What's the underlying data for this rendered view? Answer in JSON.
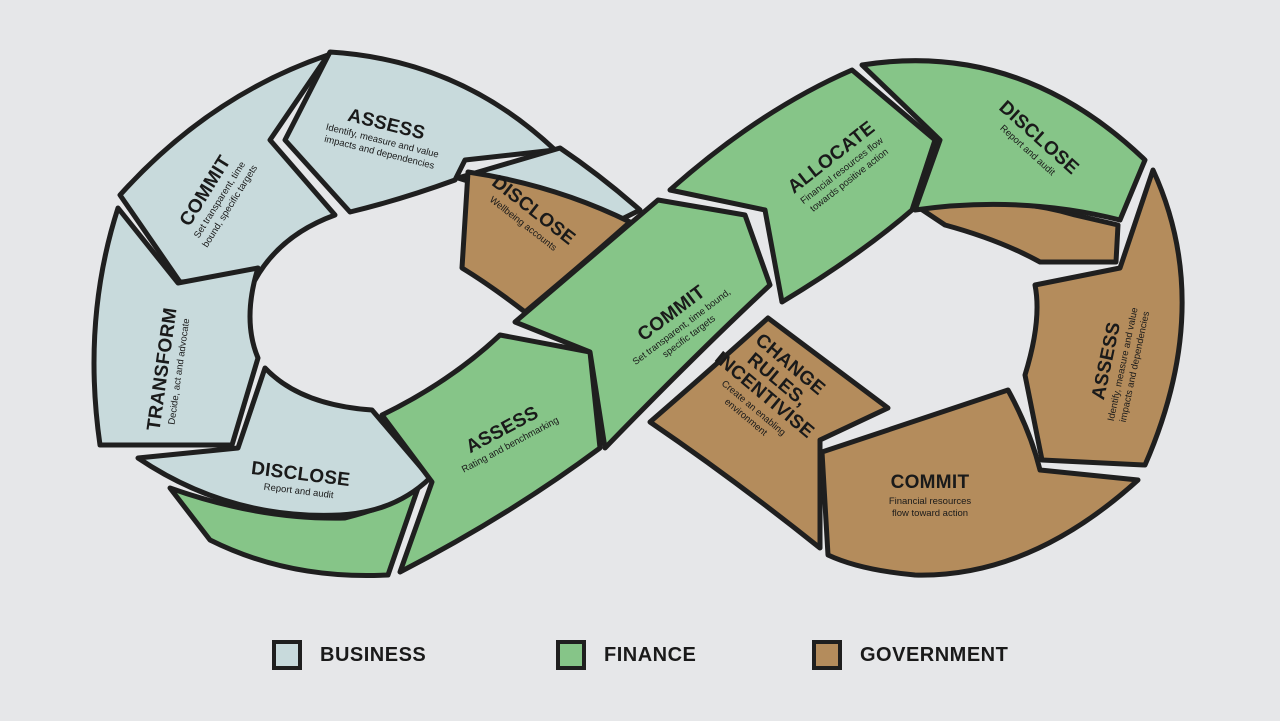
{
  "colors": {
    "business": "#c8dadc",
    "finance": "#86c588",
    "government": "#b48c5c",
    "outline": "#1f1f1f",
    "background": "#e6e7e9"
  },
  "segments": {
    "business_commit": {
      "title": "COMMIT",
      "desc": [
        "Set transparent, time",
        "bound, specific targets"
      ]
    },
    "business_assess": {
      "title": "ASSESS",
      "desc": [
        "Identify, measure and value",
        "impacts and dependencies"
      ]
    },
    "business_transform": {
      "title": "TRANSFORM",
      "desc": [
        "Decide, act and advocate"
      ]
    },
    "business_disclose": {
      "title": "DISCLOSE",
      "desc": [
        "Report and audit"
      ]
    },
    "government_disclose_left": {
      "title": "DISCLOSE",
      "desc": [
        "Wellbeing accounts"
      ]
    },
    "finance_assess_left": {
      "title": "ASSESS",
      "desc": [
        "Rating and benchmarking"
      ]
    },
    "finance_commit_center": {
      "title": "COMMIT",
      "desc": [
        "Set transparent, time bound,",
        "specific targets"
      ]
    },
    "government_change_rules": {
      "title": [
        "CHANGE",
        "RULES,",
        "INCENTIVISE"
      ],
      "desc": [
        "Create an enabling",
        "environment"
      ]
    },
    "finance_allocate": {
      "title": "ALLOCATE",
      "desc": [
        "Financial resources flow",
        "towards positive action"
      ]
    },
    "finance_disclose_right": {
      "title": "DISCLOSE",
      "desc": [
        "Report and audit"
      ]
    },
    "government_assess_right": {
      "title": "ASSESS",
      "desc": [
        "Identify, measure and value",
        "impacts and dependencies"
      ]
    },
    "government_commit_right": {
      "title": "COMMIT",
      "desc": [
        "Financial resources",
        "flow toward action"
      ]
    }
  },
  "legend": [
    {
      "label": "BUSINESS",
      "color": "#c8dadc"
    },
    {
      "label": "FINANCE",
      "color": "#86c588"
    },
    {
      "label": "GOVERNMENT",
      "color": "#b48c5c"
    }
  ]
}
